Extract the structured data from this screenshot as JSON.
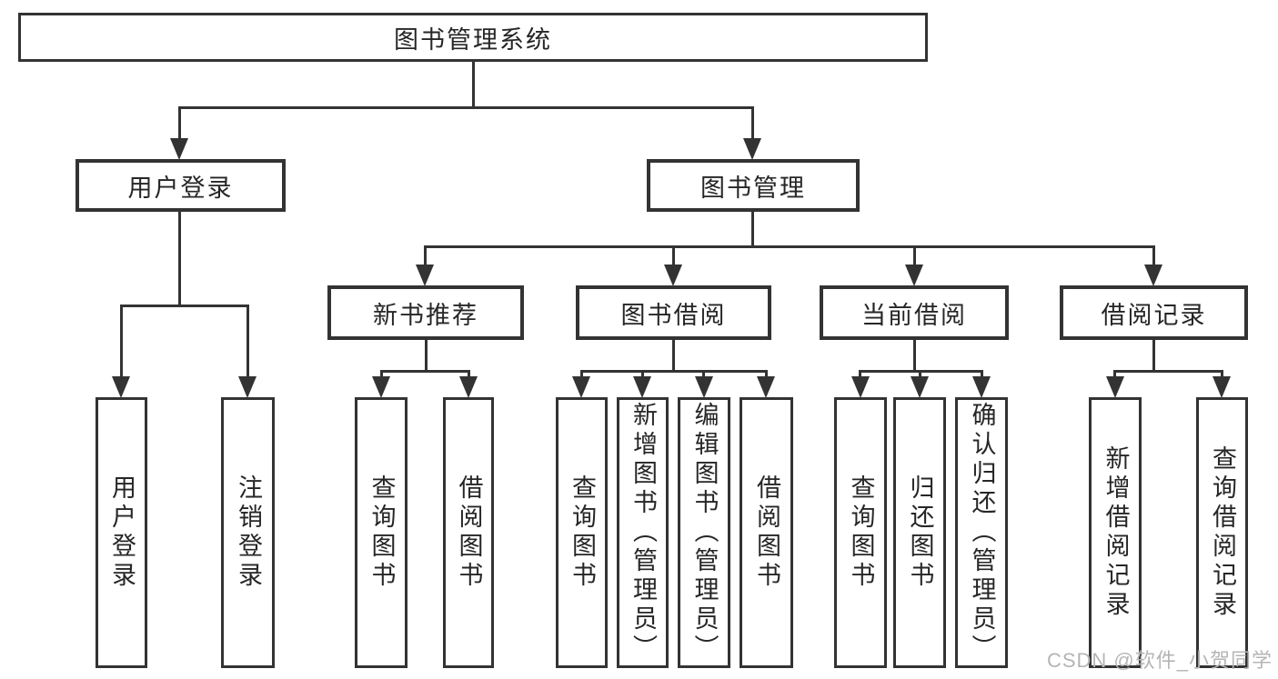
{
  "tree": {
    "root": "图书管理系统",
    "branches": [
      {
        "label": "用户登录",
        "children": [
          "用户登录",
          "注销登录"
        ]
      },
      {
        "label": "图书管理",
        "groups": [
          {
            "label": "新书推荐",
            "children": [
              "查询图书",
              "借阅图书"
            ]
          },
          {
            "label": "图书借阅",
            "children": [
              "查询图书",
              "新增图书（管理员）",
              "编辑图书（管理员）",
              "借阅图书"
            ]
          },
          {
            "label": "当前借阅",
            "children": [
              "查询图书",
              "归还图书",
              "确认归还（管理员）"
            ]
          },
          {
            "label": "借阅记录",
            "children": [
              "新增借阅记录",
              "查询借阅记录"
            ]
          }
        ]
      }
    ]
  },
  "watermark": "CSDN @软件_小贺同学",
  "colors": {
    "line": "#333333",
    "text": "#262626",
    "background": "#ffffff",
    "watermark": "#b5b5b5"
  }
}
